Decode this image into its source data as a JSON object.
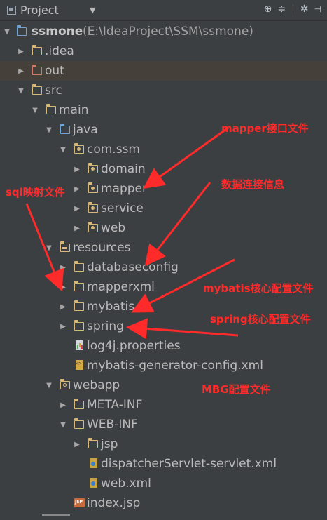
{
  "toolbar": {
    "title": "Project",
    "dropdown": "▼",
    "icons": [
      "target-icon",
      "collapse-icon",
      "gear-icon",
      "hide-icon"
    ]
  },
  "tree": {
    "root": {
      "name": "ssmone",
      "path": "(E:\\IdeaProject\\SSM\\ssmone)"
    },
    "items": [
      {
        "label": "ssmone",
        "depth": 0
      },
      {
        "label": ".idea",
        "depth": 1
      },
      {
        "label": "out",
        "depth": 1
      },
      {
        "label": "src",
        "depth": 1
      },
      {
        "label": "main",
        "depth": 2
      },
      {
        "label": "java",
        "depth": 3
      },
      {
        "label": "com.ssm",
        "depth": 4
      },
      {
        "label": "domain",
        "depth": 5
      },
      {
        "label": "mapper",
        "depth": 5
      },
      {
        "label": "service",
        "depth": 5
      },
      {
        "label": "web",
        "depth": 5
      },
      {
        "label": "resources",
        "depth": 3
      },
      {
        "label": "databaseconfig",
        "depth": 4
      },
      {
        "label": "mapperxml",
        "depth": 4
      },
      {
        "label": "mybatis",
        "depth": 4
      },
      {
        "label": "spring",
        "depth": 4
      },
      {
        "label": "log4j.properties",
        "depth": 4
      },
      {
        "label": "mybatis-generator-config.xml",
        "depth": 4
      },
      {
        "label": "webapp",
        "depth": 3
      },
      {
        "label": "META-INF",
        "depth": 4
      },
      {
        "label": "WEB-INF",
        "depth": 4
      },
      {
        "label": "jsp",
        "depth": 5
      },
      {
        "label": "dispatcherServlet-servlet.xml",
        "depth": 5
      },
      {
        "label": "web.xml",
        "depth": 5
      },
      {
        "label": "index.jsp",
        "depth": 4
      }
    ]
  },
  "annotations": {
    "mapper_note": "mapper接口文件",
    "db_note": "数据连接信息",
    "sql_note": "sql映射文件",
    "mybatis_note": "mybatis核心配置文件",
    "spring_note": "spring核心配置文件",
    "mbg_note": "MBG配置文件"
  },
  "colors": {
    "background": "#3c3f41",
    "annotation": "#ff2a2a",
    "folder": "#d6b878",
    "source_folder": "#6fa4d7",
    "excluded_folder": "#d07a6b"
  }
}
